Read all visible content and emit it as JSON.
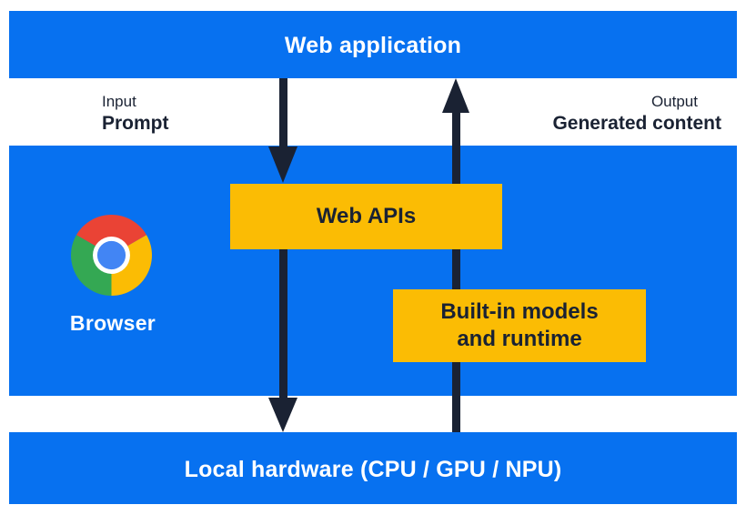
{
  "diagram": {
    "web_application": {
      "label": "Web application"
    },
    "io": {
      "input_label": "Input",
      "input_value": "Prompt",
      "output_label": "Output",
      "output_value": "Generated content"
    },
    "browser": {
      "label": "Browser",
      "logo": "chrome-icon",
      "web_apis_label": "Web APIs",
      "builtin_models_line1": "Built-in models",
      "builtin_models_line2": "and runtime"
    },
    "local_hardware": {
      "label": "Local hardware (CPU / GPU / NPU)"
    },
    "flows": [
      {
        "name": "prompt-flow",
        "direction": "down"
      },
      {
        "name": "generated-content-flow",
        "direction": "up"
      }
    ],
    "colors": {
      "blue": "#0771f0",
      "yellow": "#fbbc04",
      "navy": "#1a2233",
      "white": "#ffffff",
      "chrome_red": "#ea4335",
      "chrome_green": "#34a853",
      "chrome_yellow": "#fbbc04",
      "chrome_blue": "#4285f4"
    }
  }
}
